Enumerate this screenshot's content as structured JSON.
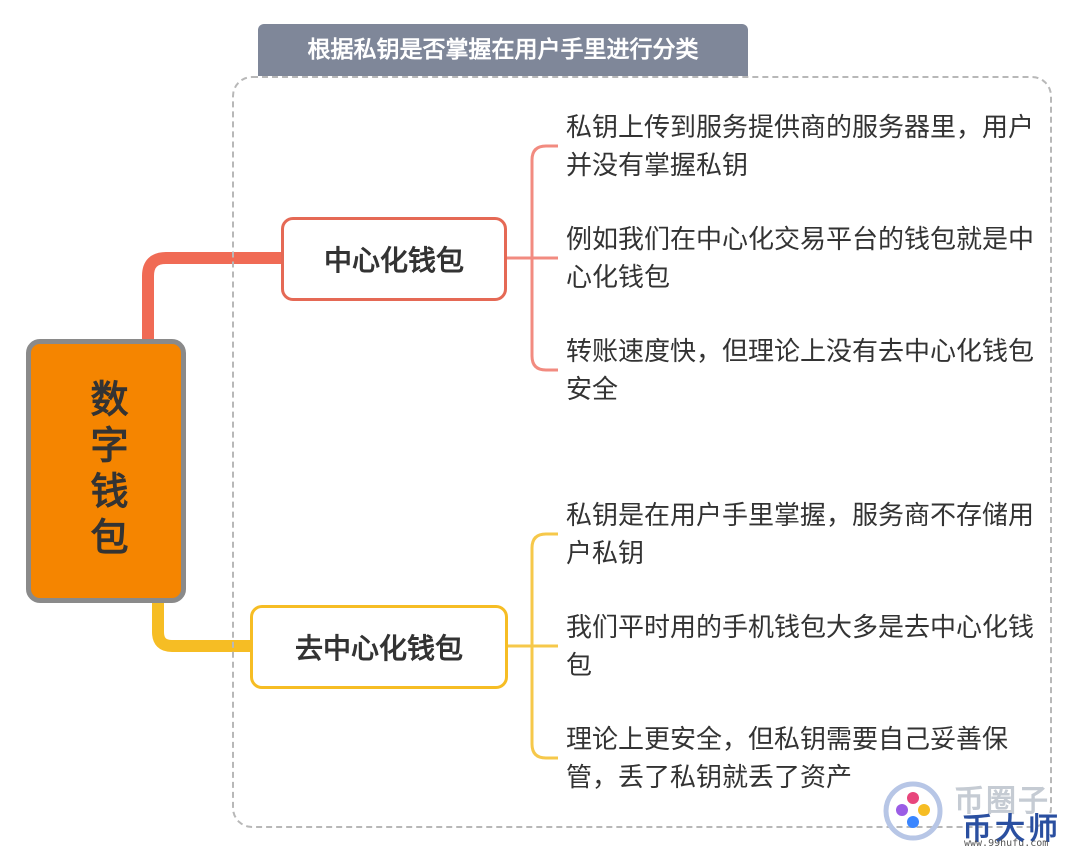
{
  "header": {
    "title": "根据私钥是否掌握在用户手里进行分类"
  },
  "root": {
    "label": "数字钱包",
    "color": "#f58500"
  },
  "branches": [
    {
      "label": "中心化钱包",
      "color": "#e56955",
      "items": [
        "私钥上传到服务提供商的服务器里，用户并没有掌握私钥",
        "例如我们在中心化交易平台的钱包就是中心化钱包",
        "转账速度快，但理论上没有去中心化钱包安全"
      ]
    },
    {
      "label": "去中心化钱包",
      "color": "#f6bd24",
      "items": [
        "私钥是在用户手里掌握，服务商不存储用户私钥",
        "我们平时用的手机钱包大多是去中心化钱包",
        "理论上更安全，但私钥需要自己妥善保管，丢了私钥就丢了资产"
      ]
    }
  ],
  "watermark": {
    "brand_top": "币圈子",
    "brand_main": "币大师",
    "url": "www.99hufu.com"
  }
}
